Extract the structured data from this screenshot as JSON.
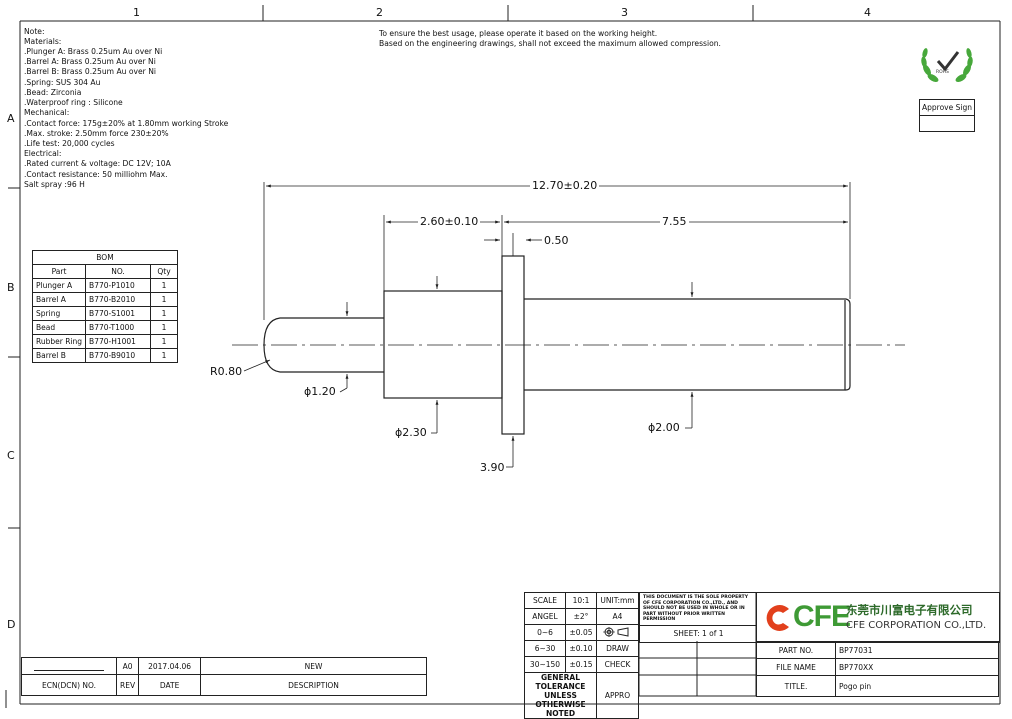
{
  "zones": {
    "columns": [
      "1",
      "2",
      "3",
      "4"
    ],
    "rows": [
      "A",
      "B",
      "C",
      "D"
    ]
  },
  "notes": {
    "lines": [
      "Note:",
      "Materials:",
      ".Plunger A: Brass 0.25um Au over Ni",
      ".Barrel A: Brass 0.25um Au over Ni",
      ".Barrel B: Brass 0.25um Au over Ni",
      ".Spring: SUS 304 Au",
      ".Bead: Zirconia",
      ".Waterproof ring : Silicone",
      "Mechanical:",
      ".Contact force: 175g±20% at 1.80mm working Stroke",
      ".Max. stroke: 2.50mm force 230±20%",
      ".Life test: 20,000 cycles",
      "Electrical:",
      ".Rated current & voltage: DC 12V; 10A",
      ".Contact resistance: 50 milliohm Max.",
      "Salt spray :96 H"
    ]
  },
  "header_notes": [
    "To ensure the best usage, please operate it based on the working height.",
    "Based on the engineering drawings, shall not exceed the maximum allowed compression."
  ],
  "rohs_label": "ROHS",
  "approve_sign": "Approve Sign",
  "bom": {
    "title": "BOM",
    "headers": [
      "Part",
      "NO.",
      "Qty"
    ],
    "rows": [
      [
        "Plunger A",
        "B770-P1010",
        "1"
      ],
      [
        "Barrel A",
        "B770-B2010",
        "1"
      ],
      [
        "Spring",
        "B770-S1001",
        "1"
      ],
      [
        "Bead",
        "B770-T1000",
        "1"
      ],
      [
        "Rubber Ring",
        "B770-H1001",
        "1"
      ],
      [
        "Barrel B",
        "B770-B9010",
        "1"
      ]
    ]
  },
  "dimensions": {
    "overall": "12.70±0.20",
    "plunger_len": "2.60±0.10",
    "barrel_len": "7.55",
    "flange_thk": "0.50",
    "radius": "R0.80",
    "d_plunger": "ϕ1.20",
    "d_barrel_a": "ϕ2.30",
    "d_barrel_b": "ϕ2.00",
    "d_flange": "3.90"
  },
  "tolerance": {
    "rows": [
      [
        "SCALE",
        "10:1",
        "UNIT:mm"
      ],
      [
        "ANGEL",
        "±2°",
        "A4"
      ],
      [
        "0~6",
        "±0.05",
        ""
      ],
      [
        "6~30",
        "±0.10",
        "DRAW"
      ],
      [
        "30~150",
        "±0.15",
        "CHECK"
      ],
      [
        "GENERAL TOLERANCE UNLESS OTHERWISE NOTED",
        "",
        "APPRO"
      ]
    ]
  },
  "property_notice": "THIS DOCUMENT IS THE SOLE PROPERTY OF CFE CORPORATION CO.,LTD., AND SHOULD NOT BE USED IN WHOLE OR IN PART WITHOUT PRIOR WRITTEN PERMISSION",
  "sheet": "SHEET: 1 of 1",
  "company": {
    "logo": "CFE",
    "cn_name": "东莞市川富电子有限公司",
    "en_name": "CFE CORPORATION CO.,LTD."
  },
  "title_block": {
    "part_no_label": "PART NO.",
    "part_no": "BP77031",
    "file_name_label": "FILE NAME",
    "file_name": "BP770XX",
    "title_label": "TITLE.",
    "title": "Pogo pin"
  },
  "revision": {
    "entry": {
      "ecn": "",
      "rev": "A0",
      "date": "2017.04.06",
      "description": "NEW"
    },
    "headers": {
      "ecn": "ECN(DCN) NO.",
      "rev": "REV",
      "date": "DATE",
      "description": "DESCRIPTION"
    }
  },
  "colors": {
    "logo_orange": "#e2401c",
    "logo_green": "#3e9a35",
    "rohs_green": "#47a83b"
  }
}
